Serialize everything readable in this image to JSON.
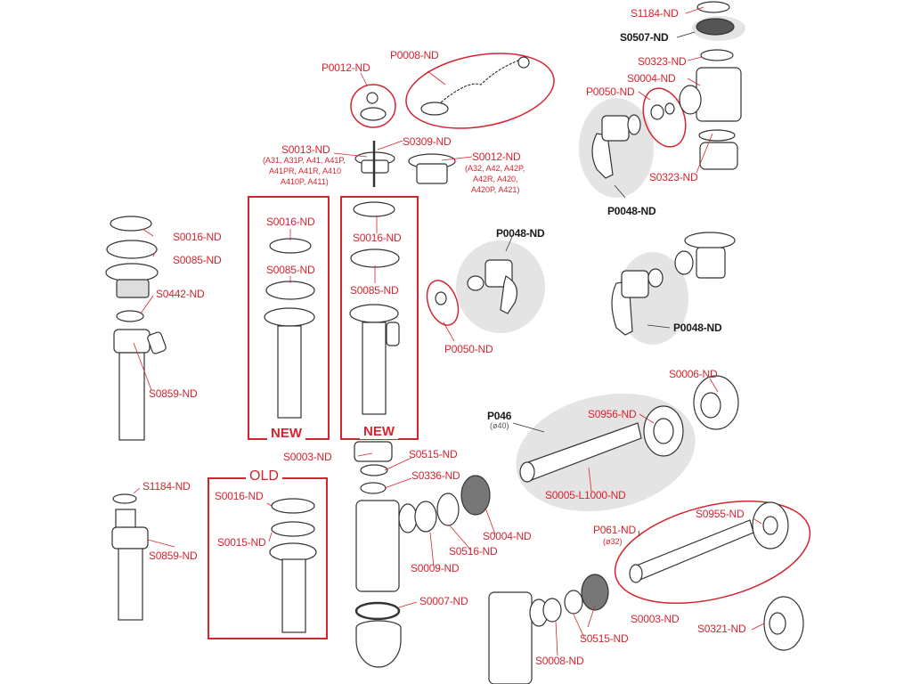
{
  "diagram": {
    "title": "",
    "parts": {
      "s1184_top": "S1184-ND",
      "s0507": "S0507-ND",
      "s0323_top": "S0323-ND",
      "s0004_top": "S0004-ND",
      "p0050_top": "P0050-ND",
      "s0323_bottom": "S0323-ND",
      "p0048_top": "P0048-ND",
      "p0012": "P0012-ND",
      "p0008": "P0008-ND",
      "s0013": "S0013-ND",
      "s0013_models": [
        "(A31, A31P, A41, A41P,",
        "A41PR, A41R, A410",
        "A410P, A411)"
      ],
      "s0309": "S0309-ND",
      "s0012": "S0012-ND",
      "s0012_models": [
        "(A32, A42, A42P,",
        "A42R, A420,",
        "A420P, A421)"
      ],
      "s0016_left": "S0016-ND",
      "s0085_left": "S0085-ND",
      "s0442": "S0442-ND",
      "s0859_left": "S0859-ND",
      "s0016_new1": "S0016-ND",
      "s0085_new1": "S0085-ND",
      "s0016_new2": "S0016-ND",
      "s0085_new2": "S0085-ND",
      "p0048_mid": "P0048-ND",
      "p0050_mid": "P0050-ND",
      "p0048_right": "P0048-ND",
      "s0006": "S0006-ND",
      "p046": "P046",
      "p046_dia": "(ø40)",
      "s0956": "S0956-ND",
      "s0005": "S0005-L1000-ND",
      "s0003_top": "S0003-ND",
      "s0515_top": "S0515-ND",
      "s0336": "S0336-ND",
      "s0004_mid": "S0004-ND",
      "s0516": "S0516-ND",
      "s0009": "S0009-ND",
      "s0007": "S0007-ND",
      "s1184_left": "S1184-ND",
      "s0859_bottom": "S0859-ND",
      "s0016_old": "S0016-ND",
      "s0015_old": "S0015-ND",
      "s0955": "S0955-ND",
      "p061": "P061-ND",
      "p061_dia": "(ø32)",
      "s0003_bottom": "S0003-ND",
      "s0515_bottom": "S0515-ND",
      "s0008": "S0008-ND",
      "s0321": "S0321-ND"
    },
    "tags": {
      "new1": "NEW",
      "new2": "NEW",
      "old": "OLD"
    },
    "colors": {
      "accent": "#d6242e",
      "text_dark": "#1a1a1a",
      "highlight_bg": "#e4e4e4",
      "line": "#333333"
    }
  }
}
